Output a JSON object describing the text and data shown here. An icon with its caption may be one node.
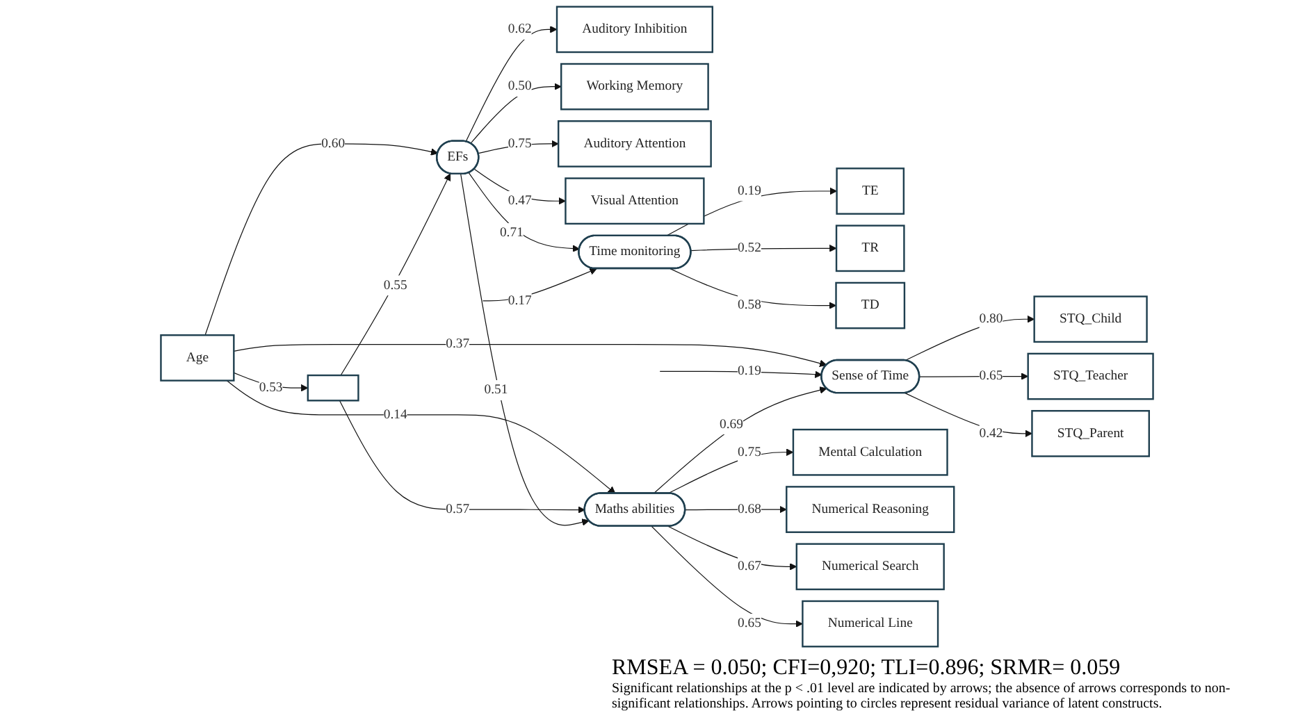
{
  "diagram": {
    "nodes": [
      {
        "text": [
          "Age"
        ]
      },
      {
        "text": [],
        "shape": "box"
      },
      {
        "text": [
          "Auditory Inhibition"
        ]
      },
      {
        "text": [
          "Working Memory"
        ]
      },
      {
        "text": [
          "Auditory Attention"
        ]
      },
      {
        "text": [
          "Visual Attention"
        ]
      },
      {
        "text": [
          "EFs"
        ]
      },
      {
        "text": [
          "Time monitoring"
        ]
      },
      {
        "text": [
          "TE"
        ]
      },
      {
        "text": [
          "TR"
        ]
      },
      {
        "text": [
          "TD"
        ]
      },
      {
        "text": [
          "Sense of Time"
        ]
      },
      {
        "text": [
          "STQ_Child"
        ]
      },
      {
        "text": [
          "STQ_Teacher"
        ]
      },
      {
        "text": [
          "STQ_Parent"
        ]
      },
      {
        "text": [
          "Maths abilities"
        ]
      },
      {
        "text": [
          "Mental Calculation"
        ]
      },
      {
        "text": [
          "Numerical Reasoning"
        ]
      },
      {
        "text": [
          "Numerical Search"
        ]
      },
      {
        "text": [
          "Numerical Line"
        ]
      }
    ],
    "edges": [
      {
        "from": 0,
        "to": 1,
        "arrow": "to",
        "label": "0.53"
      },
      {
        "from": 0,
        "to": 6,
        "arrow": "to",
        "label": "0.60"
      },
      {
        "from": 0,
        "to": 15,
        "arrow": "to",
        "label": "0.14"
      },
      {
        "from": 1,
        "to": 6,
        "arrow": "to",
        "label": "0.55"
      },
      {
        "from": 1,
        "to": 15,
        "arrow": "to",
        "label": "0.57"
      },
      {
        "from": 6,
        "to": 15,
        "arrow": "to",
        "label": "0.51"
      },
      {
        "from": 0,
        "to": 11,
        "arrow": "to",
        "label": "0.37"
      },
      {
        "from": 6,
        "to": 2,
        "arrow": "to",
        "label": "0.62"
      },
      {
        "from": 6,
        "to": 3,
        "arrow": "to",
        "label": "0.50"
      },
      {
        "from": 6,
        "to": 4,
        "arrow": "to",
        "label": "0.75"
      },
      {
        "from": 6,
        "to": 5,
        "arrow": "to",
        "label": "0.47"
      },
      {
        "from": 6,
        "to": 7,
        "arrow": "to",
        "label": "0.71"
      },
      {
        "from": null,
        "to": 7,
        "arrow": "to",
        "label": "0.17"
      },
      {
        "from": 7,
        "to": 8,
        "arrow": "to",
        "label": "0.19"
      },
      {
        "from": 7,
        "to": 9,
        "arrow": "to",
        "label": "0.52"
      },
      {
        "from": 7,
        "to": 10,
        "arrow": "to",
        "label": "0.58"
      },
      {
        "from": 11,
        "to": 12,
        "arrow": "to",
        "label": "0.80"
      },
      {
        "from": 11,
        "to": 13,
        "arrow": "to",
        "label": "0.65"
      },
      {
        "from": 11,
        "to": 14,
        "arrow": "to",
        "label": "0.42"
      },
      {
        "from": null,
        "to": 11,
        "arrow": "to",
        "label": "0.19"
      },
      {
        "from": 15,
        "to": 11,
        "arrow": "to",
        "label": "0.69"
      },
      {
        "from": 15,
        "to": 16,
        "arrow": "to",
        "label": "0.75"
      },
      {
        "from": 15,
        "to": 17,
        "arrow": "to",
        "label": "0.68"
      },
      {
        "from": 15,
        "to": 18,
        "arrow": "to",
        "label": "0.67"
      },
      {
        "from": 15,
        "to": 19,
        "arrow": "to",
        "label": "0.65"
      }
    ],
    "labels": [
      "RMSEA = 0.050; CFI=0,920; TLI=0.896; SRMR= 0.059",
      "Significant relationships at the p < .01 level are indicated by arrows; the absence of arrows corresponds to non-significant relationships. Arrows pointing to circles represent residual variance of latent constructs."
    ]
  }
}
